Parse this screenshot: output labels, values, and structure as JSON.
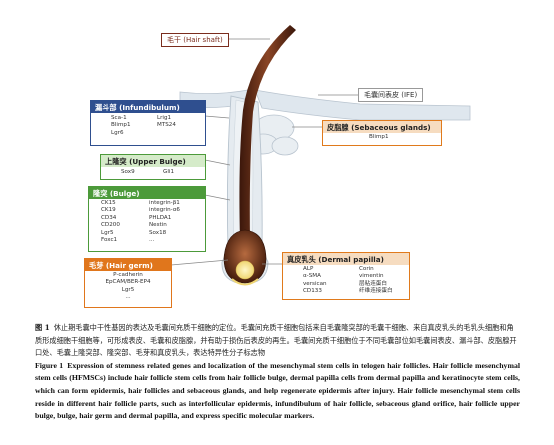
{
  "labels": {
    "hair_shaft": "毛干 (Hair shaft)",
    "ife": "毛囊间表皮 (IFE)"
  },
  "infundibulum": {
    "title": "漏斗部 (Infundibulum)",
    "left": [
      "Sca-1",
      "Blimp1",
      "Lgr6"
    ],
    "right": [
      "Lrig1",
      "MTS24"
    ]
  },
  "sebaceous": {
    "title": "皮脂腺 (Sebaceous glands)",
    "items": [
      "Blimp1"
    ]
  },
  "upper_bulge": {
    "title": "上隆突 (Upper Bulge)",
    "left": [
      "Sox9"
    ],
    "right": [
      "Gli1"
    ]
  },
  "bulge": {
    "title": "隆突 (Bulge)",
    "left": [
      "CK15",
      "CK19",
      "CD34",
      "CD200",
      "Lgr5",
      "Foxc1"
    ],
    "right": [
      "integrin-β1",
      "integrin-α6",
      "PHLDA1",
      "Nestin",
      "Sox18",
      "..."
    ]
  },
  "hair_germ": {
    "title": "毛芽 (Hair germ)",
    "items": [
      "P-cadherin",
      "EpCAM/BER-EP4",
      "Lgr5",
      "..."
    ]
  },
  "dermal_papilla": {
    "title": "真皮乳头 (Dermal papilla)",
    "left": [
      "ALP",
      "α-SMA",
      "versican",
      "CD133"
    ],
    "right": [
      "Corin",
      "vimentin",
      "层粘连蛋白",
      "纤维连接蛋白"
    ]
  },
  "caption": {
    "cn_label": "图 1",
    "cn_text": "休止期毛囊中干性基因的表达及毛囊间充质干细胞的定位。毛囊间充质干细胞包括来自毛囊隆突部的毛囊干细胞、来自真皮乳头的毛乳头细胞和角质形成细胞干细胞等，可形成表皮、毛囊和皮脂腺，并有助于损伤后表皮的再生。毛囊间充质干细胞位于不同毛囊部位如毛囊间表皮、漏斗部、皮脂腺开口处、毛囊上隆突部、隆突部、毛芽和真皮乳头，表达特异性分子标志物",
    "en_label": "Figure 1",
    "en_text": "Expression of stemness related genes and localization of the mesenchymal stem cells in telogen hair follicles. Hair follicle mesenchymal stem cells (HFMSCs) include hair follicle stem cells from hair follicle bulge, dermal papilla cells from dermal papilla and keratinocyte stem cells, which can form epidermis, hair follicles and sebaceous glands, and help regenerate epidermis after injury. Hair follicle mesenchymal stem cells reside in different hair follicle parts, such as interfollicular epidermis, infundibulum of hair follicle, sebaceous gland orifice, hair follicle upper bulge, bulge, hair germ and dermal papilla, and express specific molecular markers."
  },
  "colors": {
    "infundibulum": "#2f4f8f",
    "sebaceous": "#e07a1c",
    "upper_bulge": "#4c9a3a",
    "bulge": "#4c9a3a",
    "hair_germ": "#e0761c",
    "dermal_papilla": "#e07a1c",
    "hair": "#5a2a16"
  }
}
